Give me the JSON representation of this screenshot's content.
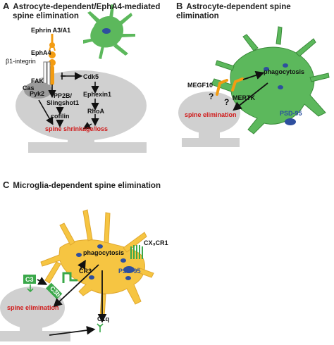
{
  "colors": {
    "spine_gray": "#d0d0d0",
    "astrocyte_green": "#5cb85c",
    "microglia_orange": "#f6c542",
    "receptor_orange": "#f39c12",
    "nucleus_blue": "#2e4f9e",
    "label_red": "#d01a1a",
    "c3_green": "#3aa84a"
  },
  "panel_a": {
    "letter": "A",
    "title_line1": "Astrocyte-dependent/EphA4-mediated",
    "title_line2": "spine elimination",
    "labels": {
      "ephrin": "Ephrin A3/A1",
      "epha4": "EphA4",
      "b1_integrin": "β1-integrin",
      "fak": "FAK",
      "cas": "Cas",
      "pyk2": "Pyk2",
      "pp2b": "PP2B/",
      "slingshot": "Slingshot1",
      "cofilin": "cofilin",
      "cdk5": "Cdk5",
      "ephexin": "Ephexin1",
      "rhoa": "RhoA",
      "outcome": "spine shrinkage/loss"
    }
  },
  "panel_b": {
    "letter": "B",
    "title": "Astrocyte-dependent spine elimination",
    "labels": {
      "megf10": "MEGF10",
      "mertk": "MERTK",
      "phagocytosis": "phagocytosis",
      "psd95": "PSD-95",
      "outcome": "spine elimination",
      "q1": "?",
      "q2": "?"
    }
  },
  "panel_c": {
    "letter": "C",
    "title": "Microglia-dependent spine elimination",
    "labels": {
      "cx3cr1": "CX₃CR1",
      "phagocytosis": "phagocytosis",
      "cr3": "CR3",
      "psd95": "PSD-95",
      "c3": "C3",
      "c3b": "C3b",
      "outcome": "spine elimination",
      "c1q": "C1q"
    }
  }
}
